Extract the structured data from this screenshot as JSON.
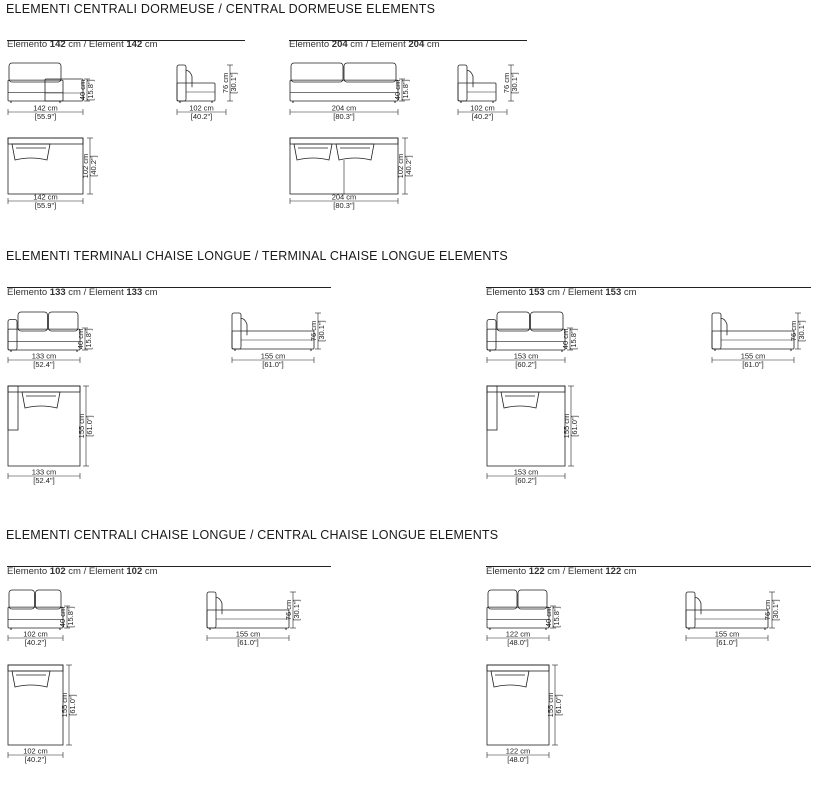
{
  "sections": [
    {
      "title": "ELEMENTI CENTRALI DORMEUSE / CENTRAL DORMEUSE ELEMENTS"
    },
    {
      "title": "ELEMENTI TERMINALI CHAISE LONGUE / TERMINAL CHAISE LONGUE ELEMENTS"
    },
    {
      "title": "ELEMENTI CENTRALI CHAISE LONGUE / CENTRAL CHAISE LONGUE ELEMENTS"
    }
  ],
  "groups": {
    "g142": {
      "it": "Elemento",
      "en": "/ Element",
      "size": "142"
    },
    "g204": {
      "it": "Elemento",
      "en": "/ Element",
      "size": "204"
    },
    "g133": {
      "it": "Elemento",
      "en": "/ Element",
      "size": "133"
    },
    "g153": {
      "it": "Elemento",
      "en": "/ Element",
      "size": "153"
    },
    "g102": {
      "it": "Elemento",
      "en": "/ Element",
      "size": "102"
    },
    "g122": {
      "it": "Elemento",
      "en": "/ Element",
      "size": "122"
    }
  },
  "unit": "cm",
  "dims": {
    "w142": [
      "142 cm",
      "[55.9\"]"
    ],
    "w204": [
      "204 cm",
      "[80.3\"]"
    ],
    "w133": [
      "133 cm",
      "[52.4\"]"
    ],
    "w153": [
      "153 cm",
      "[60.2\"]"
    ],
    "w102": [
      "102 cm",
      "[40.2\"]"
    ],
    "w122": [
      "122 cm",
      "[48.0\"]"
    ],
    "w155": [
      "155 cm",
      "[61.0\"]"
    ],
    "h40": [
      "40 cm",
      "[15.8\"]"
    ],
    "h76": [
      "76 cm",
      "[30.1\"]"
    ],
    "h102": [
      "102 cm",
      "[40.2\"]"
    ],
    "h155": [
      "155 cm",
      "[61.0\"]"
    ]
  }
}
